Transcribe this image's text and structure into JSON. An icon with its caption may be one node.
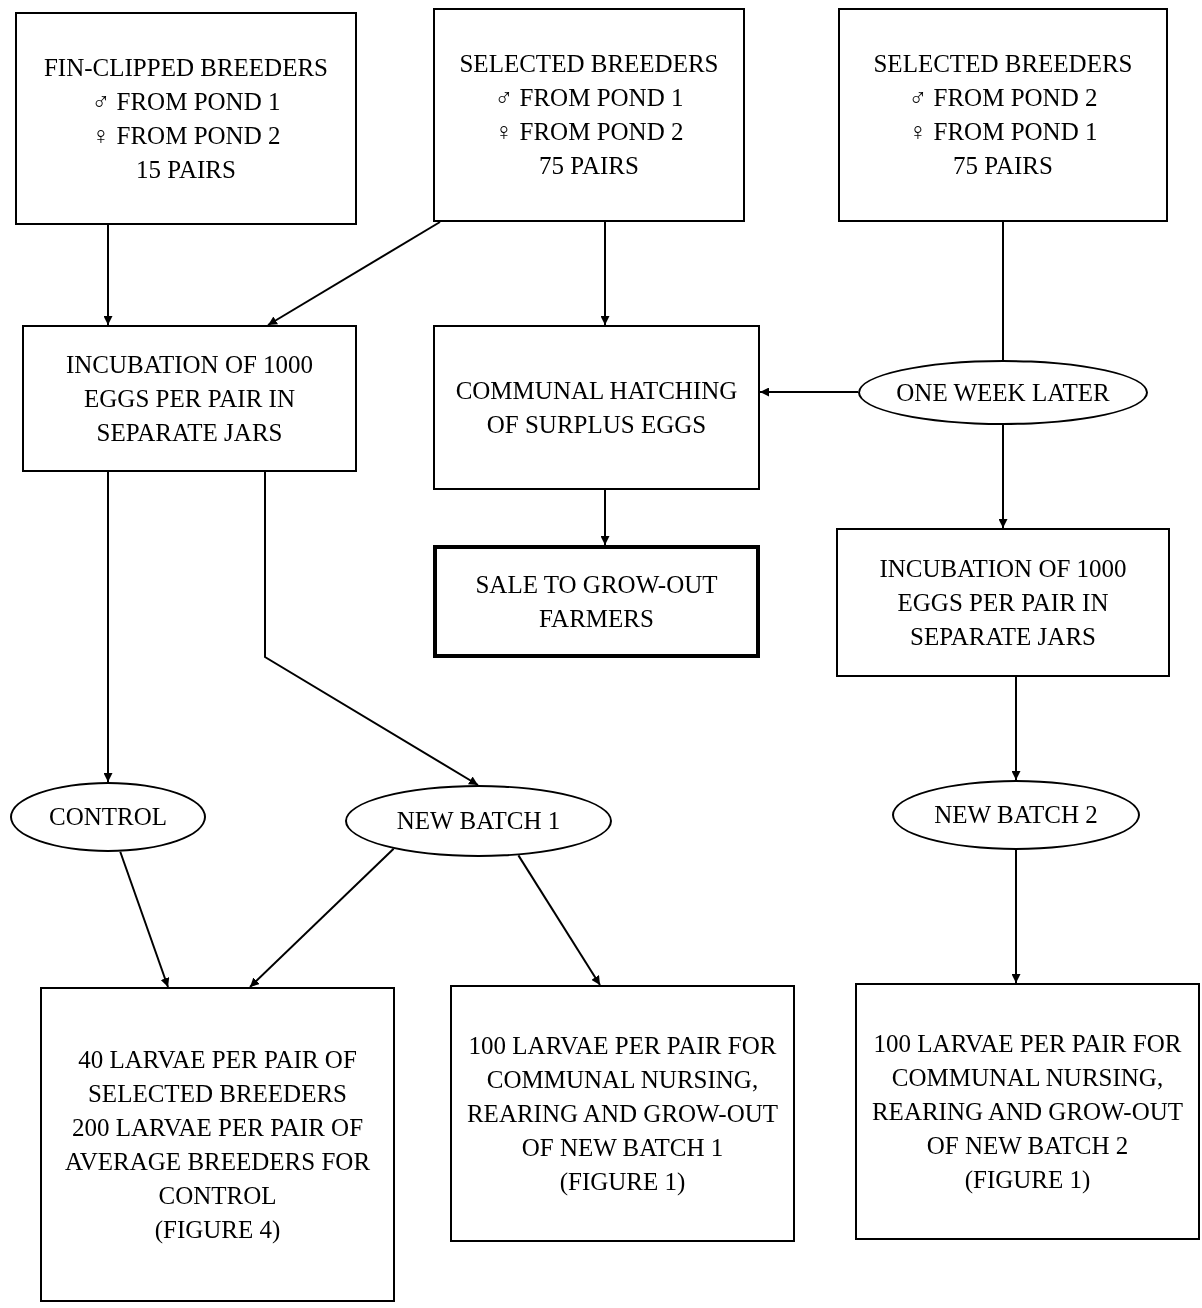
{
  "diagram": {
    "nodes": [
      {
        "text": [
          "FIN-CLIPPED BREEDERS",
          "♂ FROM POND 1",
          "♀ FROM POND 2",
          "15 PAIRS"
        ]
      },
      {
        "text": [
          "SELECTED BREEDERS",
          "♂ FROM POND 1",
          "♀ FROM POND 2",
          "75 PAIRS"
        ]
      },
      {
        "text": [
          "SELECTED BREEDERS",
          "♂ FROM POND 2",
          "♀ FROM POND 1",
          "75 PAIRS"
        ]
      },
      {
        "text": [
          "INCUBATION OF 1000 EGGS PER PAIR IN SEPARATE JARS"
        ]
      },
      {
        "text": [
          "COMMUNAL HATCHING OF SURPLUS EGGS"
        ]
      },
      {
        "text": [
          "ONE WEEK LATER"
        ]
      },
      {
        "text": [
          "SALE TO GROW-OUT FARMERS"
        ]
      },
      {
        "text": [
          "INCUBATION OF 1000 EGGS PER PAIR IN SEPARATE JARS"
        ]
      },
      {
        "text": [
          "CONTROL"
        ]
      },
      {
        "text": [
          "NEW BATCH 1"
        ]
      },
      {
        "text": [
          "NEW BATCH 2"
        ]
      },
      {
        "text": [
          "40 LARVAE PER PAIR OF SELECTED BREEDERS",
          "200 LARVAE PER PAIR OF AVERAGE BREEDERS FOR CONTROL",
          "(FIGURE 4)"
        ]
      },
      {
        "text": [
          "100 LARVAE PER PAIR FOR COMMUNAL NURSING, REARING AND GROW-OUT OF NEW BATCH 1",
          "(FIGURE 1)"
        ]
      },
      {
        "text": [
          "100 LARVAE PER PAIR FOR COMMUNAL NURSING, REARING AND GROW-OUT OF NEW BATCH 2",
          "(FIGURE 1)"
        ]
      }
    ],
    "edges": [
      {
        "from": 0,
        "to": 3,
        "arrow": "to"
      },
      {
        "from": 1,
        "to": 3,
        "arrow": "to"
      },
      {
        "from": 1,
        "to": 4,
        "arrow": "to"
      },
      {
        "from": 2,
        "to": 5,
        "arrow": "none"
      },
      {
        "from": 5,
        "to": 4,
        "arrow": "to"
      },
      {
        "from": 5,
        "to": 7,
        "arrow": "to"
      },
      {
        "from": 4,
        "to": 6,
        "arrow": "to"
      },
      {
        "from": 3,
        "to": 8,
        "arrow": "to"
      },
      {
        "from": 3,
        "to": 9,
        "arrow": "to"
      },
      {
        "from": 7,
        "to": 10,
        "arrow": "to"
      },
      {
        "from": 8,
        "to": 11,
        "arrow": "to"
      },
      {
        "from": 9,
        "to": 11,
        "arrow": "to"
      },
      {
        "from": 9,
        "to": 12,
        "arrow": "to"
      },
      {
        "from": 10,
        "to": 13,
        "arrow": "to"
      }
    ]
  }
}
